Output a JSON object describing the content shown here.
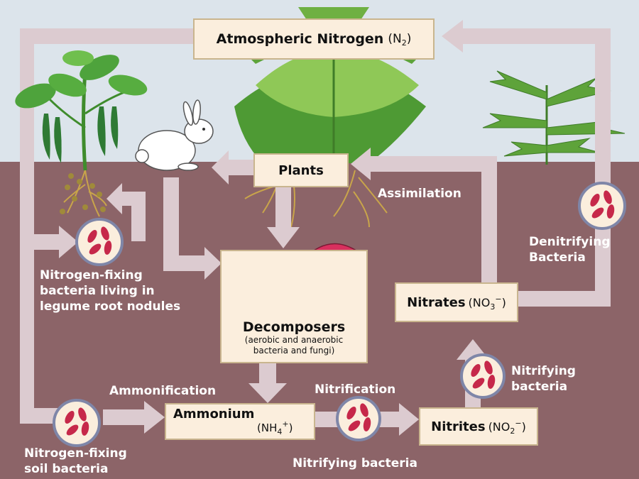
{
  "title": {
    "name": "Atmospheric Nitrogen",
    "formula_open": "(N",
    "formula_sub": "2",
    "formula_close": ")"
  },
  "plants": {
    "label": "Plants"
  },
  "decomposers": {
    "label": "Decomposers",
    "detail_line1": "(aerobic and anaerobic",
    "detail_line2": "bacteria and fungi)"
  },
  "ammonium": {
    "label": "Ammonium",
    "formula_open": "(NH",
    "formula_sub": "4",
    "formula_sup": "+",
    "formula_close": ")"
  },
  "nitrites": {
    "label": "Nitrites",
    "formula_open": "(NO",
    "formula_sub": "2",
    "formula_sup": "−",
    "formula_close": ")"
  },
  "nitrates": {
    "label": "Nitrates",
    "formula_open": "(NO",
    "formula_sub": "3",
    "formula_sup": "−",
    "formula_close": ")"
  },
  "labels": {
    "assimilation": "Assimilation",
    "denitrifying_line1": "Denitrifying",
    "denitrifying_line2": "Bacteria",
    "legume_line1": "Nitrogen-fixing",
    "legume_line2": "bacteria living in",
    "legume_line3": "legume root nodules",
    "ammonification": "Ammonification",
    "nitrification": "Nitrification",
    "nitrifying_line1": "Nitrifying",
    "nitrifying_line2": "bacteria",
    "soil_line1": "Nitrogen-fixing",
    "soil_line2": "soil bacteria",
    "nitrifying_bottom": "Nitrifying bacteria"
  },
  "colors": {
    "sky": "#dce4eb",
    "soil": "#8c6468",
    "arrow": "#dccbd0",
    "box_fill": "#fbeedd",
    "box_border": "#c9b58e",
    "bacteria": "#c6284a",
    "bacteria_ring": "#7f86a8",
    "mushroom_cap": "#d8305e",
    "plant_green": "#3f8c2c",
    "light_green": "#7fbf4a",
    "roots": "#c9a54a"
  }
}
